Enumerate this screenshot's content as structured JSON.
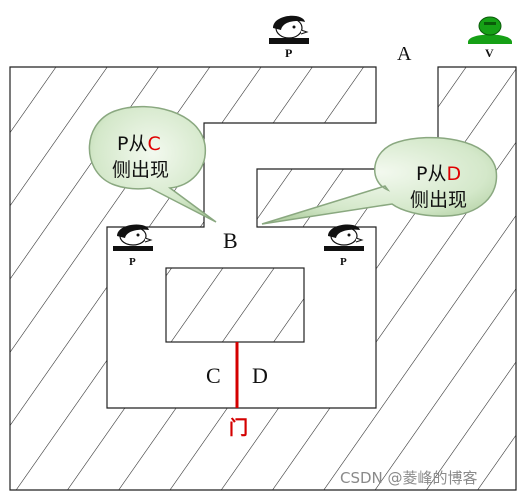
{
  "labels": {
    "a": "A",
    "b": "B",
    "c": "C",
    "d": "D",
    "door": "门"
  },
  "figures": {
    "top_p": "P",
    "top_v": "V",
    "left_p": "P",
    "right_p": "P"
  },
  "callouts": {
    "left": {
      "prefix": "P从",
      "letter": "C",
      "line2": "侧出现"
    },
    "right": {
      "prefix": "P从",
      "letter": "D",
      "line2": "侧出现"
    }
  },
  "watermark": "CSDN @菱峰的博客",
  "colors": {
    "hatch": "#222222",
    "door": "#d40000",
    "callout_fill": "#cfe3c5",
    "callout_stroke": "#8aa880",
    "highlight_letter": "#e00000",
    "v_figure": "#16a016"
  }
}
